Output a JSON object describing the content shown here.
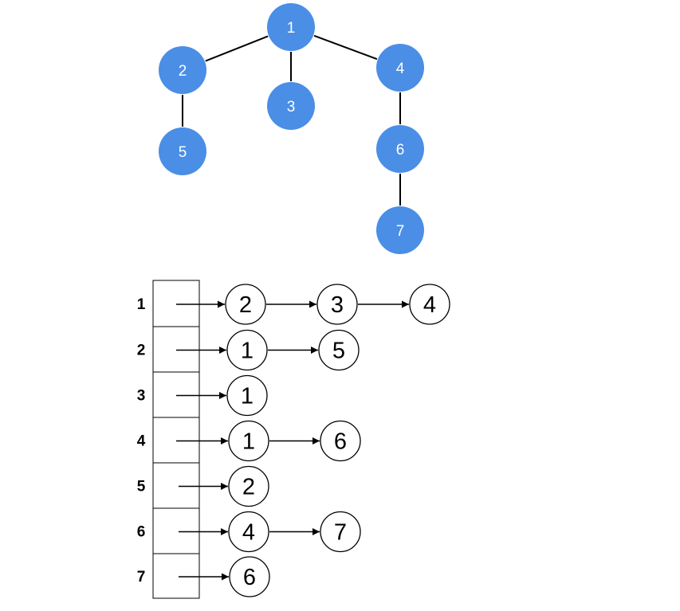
{
  "colors": {
    "tree_node_fill": "#4a8ee6",
    "tree_node_text": "#ffffff",
    "edge": "#000000",
    "list_node_fill": "#ffffff",
    "list_node_stroke": "#000000"
  },
  "tree": {
    "nodes": [
      {
        "id": "1",
        "label": "1"
      },
      {
        "id": "2",
        "label": "2"
      },
      {
        "id": "3",
        "label": "3"
      },
      {
        "id": "4",
        "label": "4"
      },
      {
        "id": "5",
        "label": "5"
      },
      {
        "id": "6",
        "label": "6"
      },
      {
        "id": "7",
        "label": "7"
      }
    ],
    "edges": [
      [
        "1",
        "2"
      ],
      [
        "1",
        "3"
      ],
      [
        "1",
        "4"
      ],
      [
        "2",
        "5"
      ],
      [
        "4",
        "6"
      ],
      [
        "6",
        "7"
      ]
    ]
  },
  "adjacency_list": [
    {
      "label": "1",
      "neighbors": [
        "2",
        "3",
        "4"
      ]
    },
    {
      "label": "2",
      "neighbors": [
        "1",
        "5"
      ]
    },
    {
      "label": "3",
      "neighbors": [
        "1"
      ]
    },
    {
      "label": "4",
      "neighbors": [
        "1",
        "6"
      ]
    },
    {
      "label": "5",
      "neighbors": [
        "2"
      ]
    },
    {
      "label": "6",
      "neighbors": [
        "4",
        "7"
      ]
    },
    {
      "label": "7",
      "neighbors": [
        "6"
      ]
    }
  ]
}
